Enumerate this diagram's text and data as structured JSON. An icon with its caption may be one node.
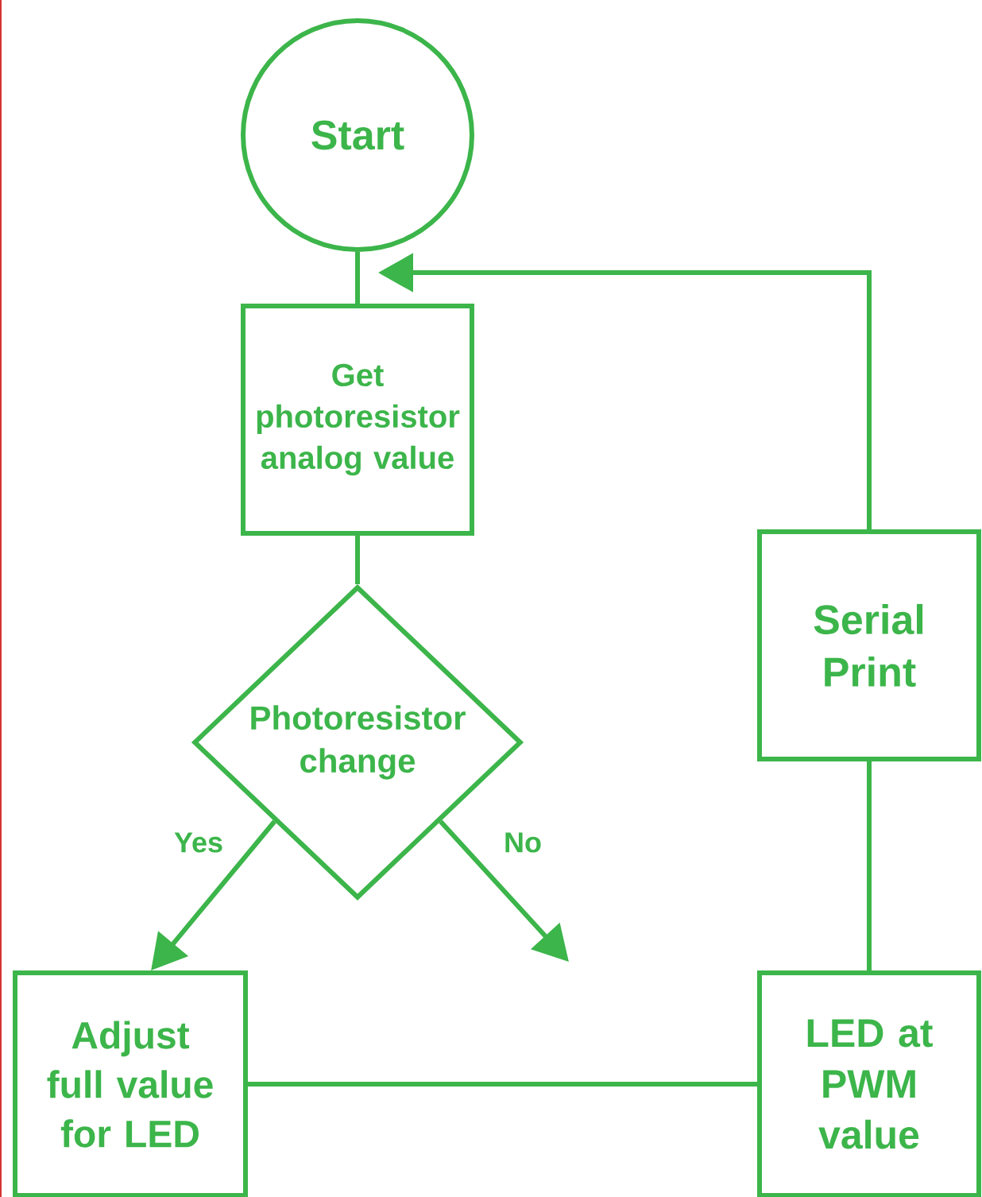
{
  "diagram": {
    "nodes": [
      {
        "text": [
          "Start"
        ]
      },
      {
        "text": [
          "Get photoresistor analog value"
        ]
      },
      {
        "text": [
          "Photoresistor change"
        ]
      },
      {
        "text": [
          "Serial Print"
        ]
      },
      {
        "text": [
          "Adjust full value for LED"
        ]
      },
      {
        "text": [
          "LED at PWM value"
        ]
      }
    ],
    "edges": [
      {
        "from": 0,
        "to": 1,
        "arrow": "none"
      },
      {
        "from": 1,
        "to": 2,
        "arrow": "none"
      },
      {
        "from": 2,
        "to": 4,
        "arrow": "to",
        "label": "Yes"
      },
      {
        "from": 2,
        "to": null,
        "arrow": "to",
        "label": "No"
      },
      {
        "from": 4,
        "to": 5,
        "arrow": "none"
      },
      {
        "from": 5,
        "to": 3,
        "arrow": "none"
      },
      {
        "from": 3,
        "to": 0,
        "arrow": "to"
      }
    ]
  }
}
